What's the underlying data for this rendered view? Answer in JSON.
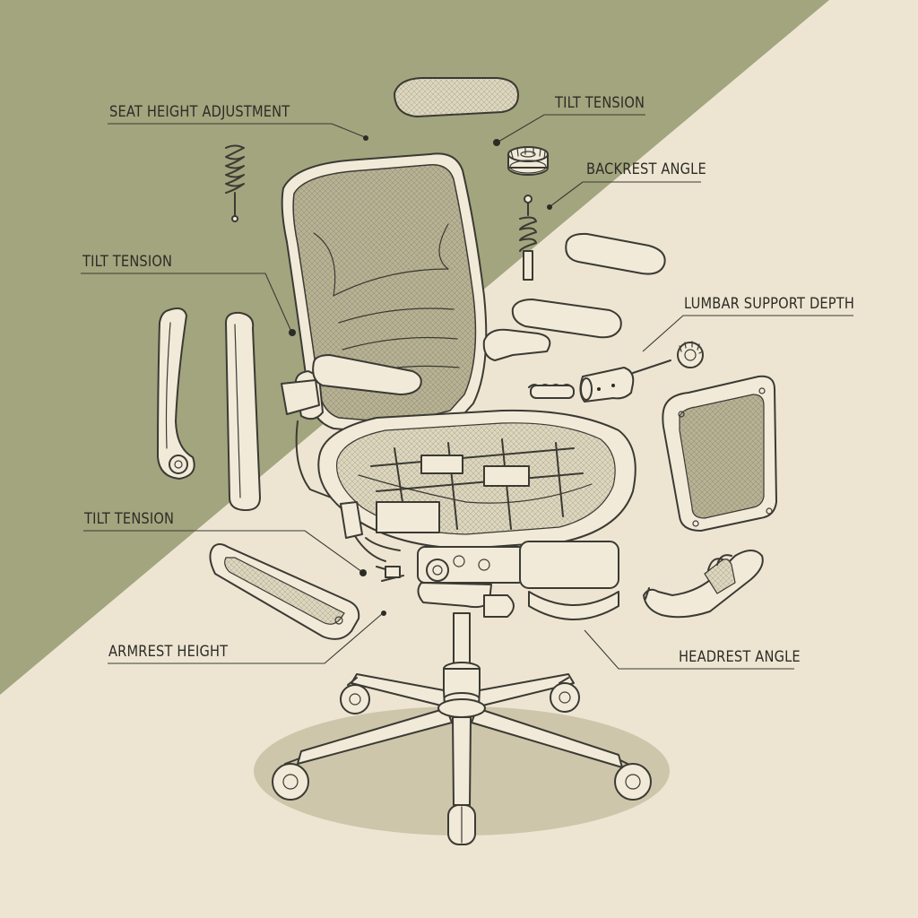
{
  "colors": {
    "background": "#ede5d2",
    "olive_panel": "#a2a57e",
    "ink": "#3b3a33",
    "part_fill": "#f1ead9",
    "mesh_fill": "#b7b294",
    "shadow": "#cdc6aa"
  },
  "callouts": [
    {
      "id": "seat-height-adjustment",
      "text": "SEAT HEIGHT ADJUSTMENT"
    },
    {
      "id": "tilt-tension-top",
      "text": "TILT TENSION"
    },
    {
      "id": "backrest-angle",
      "text": "BACKREST ANGLE"
    },
    {
      "id": "tilt-tension-left",
      "text": "TILT TENSION"
    },
    {
      "id": "lumbar-support-depth",
      "text": "LUMBAR SUPPORT DEPTH"
    },
    {
      "id": "tilt-tension-lower",
      "text": "TILT TENSION"
    },
    {
      "id": "armrest-height",
      "text": "ARMREST HEIGHT"
    },
    {
      "id": "headrest-angle",
      "text": "HEADREST ANGLE"
    }
  ]
}
